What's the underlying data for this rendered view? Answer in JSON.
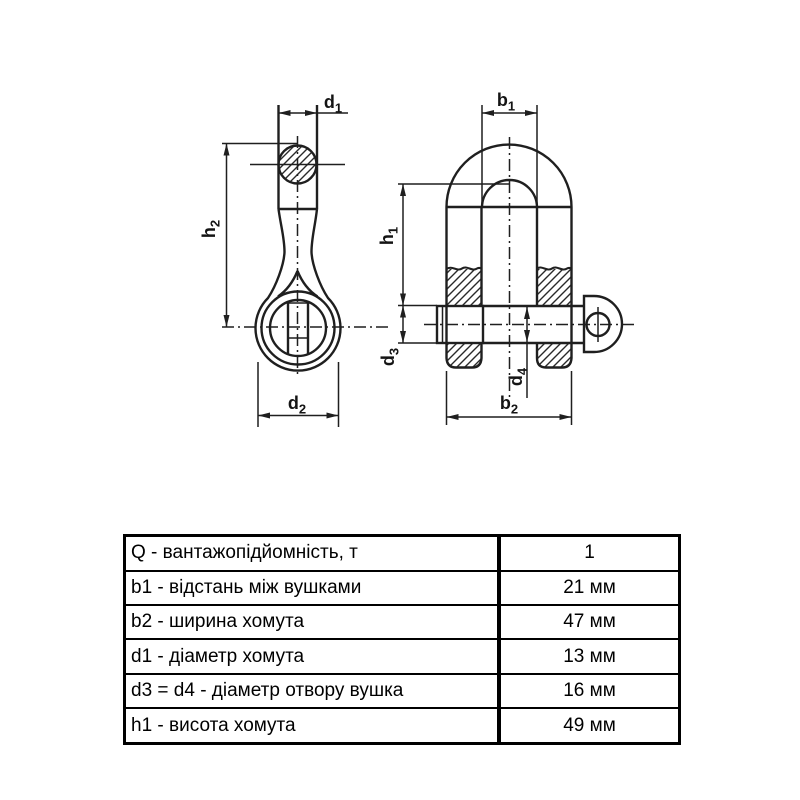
{
  "drawing": {
    "line_color": "#1f1f1f",
    "labels": {
      "d1": {
        "base": "d",
        "sub": "1"
      },
      "h2": {
        "base": "h",
        "sub": "2"
      },
      "d2": {
        "base": "d",
        "sub": "2"
      },
      "b1": {
        "base": "b",
        "sub": "1"
      },
      "h1": {
        "base": "h",
        "sub": "1"
      },
      "d3": {
        "base": "d",
        "sub": "3"
      },
      "d4": {
        "base": "d",
        "sub": "4"
      },
      "b2": {
        "base": "b",
        "sub": "2"
      }
    }
  },
  "table": {
    "border_color": "#000000",
    "rows": [
      {
        "param": "Q - вантажопідйомність, т",
        "value": "1"
      },
      {
        "param": "b1 - відстань між вушками",
        "value": "21 мм"
      },
      {
        "param": "b2 - ширина хомута",
        "value": "47 мм"
      },
      {
        "param": "d1 - діаметр хомута",
        "value": "13 мм"
      },
      {
        "param": "d3 = d4 - діаметр отвору вушка",
        "value": "16 мм"
      },
      {
        "param": "h1 - висота хомута",
        "value": "49 мм"
      }
    ]
  }
}
